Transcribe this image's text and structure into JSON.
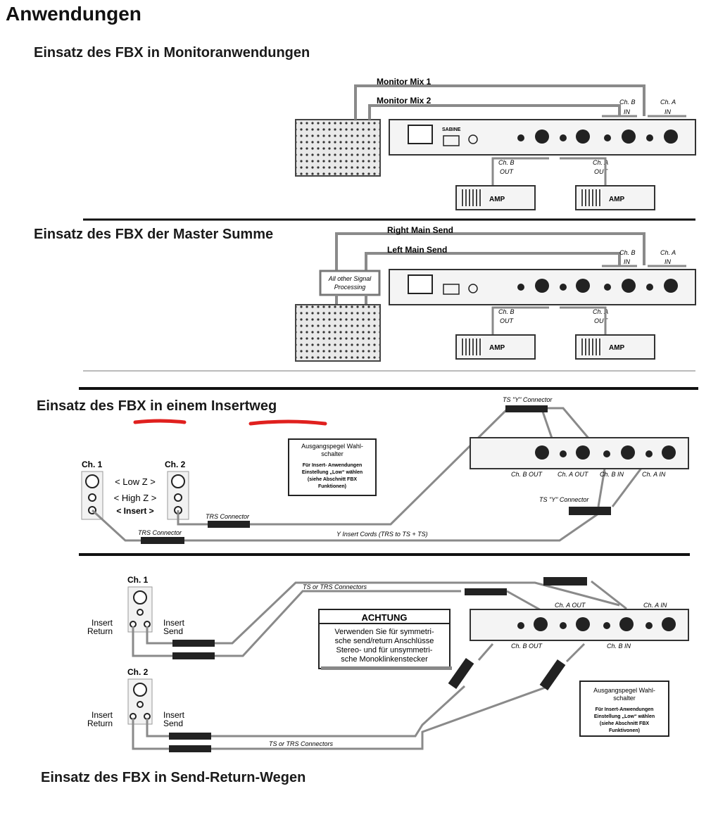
{
  "title": "Anwendungen",
  "section1": {
    "heading": "Einsatz  des FBX in Monitoranwendungen",
    "monitor_mix_1": "Monitor Mix 1",
    "monitor_mix_2": "Monitor Mix 2",
    "ch_b_in": [
      "Ch. B",
      "IN"
    ],
    "ch_a_in": [
      "Ch. A",
      "IN"
    ],
    "ch_b_out": [
      "Ch. B",
      "OUT"
    ],
    "ch_a_out": [
      "Ch. A",
      "OUT"
    ],
    "amp": "AMP",
    "brand": "SABINE"
  },
  "section2": {
    "heading": "Einsatz  des FBX der Master Summe",
    "right_main_send": "Right Main Send",
    "left_main_send": "Left Main Send",
    "other_processing": [
      "All other Signal",
      "Processing"
    ],
    "ch_b_in": [
      "Ch. B",
      "IN"
    ],
    "ch_a_in": [
      "Ch. A",
      "IN"
    ],
    "ch_b_out": [
      "Ch. B",
      "OUT"
    ],
    "ch_a_out": [
      "Ch. A",
      "OUT"
    ],
    "amp": "AMP"
  },
  "section3": {
    "heading": "Einsatz  des FBX in einem Insertweg",
    "ch1": "Ch. 1",
    "ch2": "Ch. 2",
    "low_z": "< Low Z >",
    "high_z": "< High Z >",
    "insert": "< Insert >",
    "trs_connector": "TRS Connector",
    "trs_connector_2": "TRS Connector",
    "y_connector_top": "TS \"Y\" Connector",
    "y_connector_bottom": "TS \"Y\" Connector",
    "y_insert_cords": "Y Insert Cords (TRS to TS + TS)",
    "ausgangspegel_title": [
      "Ausgangspegel Wahl-",
      "schalter"
    ],
    "ausgangspegel_body": [
      "Für Insert- Anwendungen",
      "Einstellung „Low“ wählen",
      "(siehe Abschnitt FBX",
      "Funktionen)"
    ],
    "port_labels": [
      "Ch. B OUT",
      "Ch. A OUT",
      "Ch. B IN",
      "Ch. A IN"
    ]
  },
  "section4": {
    "heading": "Einsatz  des FBX in Send-Return-Wegen",
    "ch1": "Ch. 1",
    "ch2": "Ch. 2",
    "insert_return": [
      "Insert",
      "Return"
    ],
    "insert_send": [
      "Insert",
      "Send"
    ],
    "ts_trs_top": "TS or TRS Connectors",
    "ts_trs_bottom": "TS or TRS Connectors",
    "achtung_title": "ACHTUNG",
    "achtung_body": [
      "Verwenden Sie für symmetri-",
      "sche send/return Anschlüsse",
      "Stereo- und für unsymmetri-",
      "sche Monoklinkenstecker"
    ],
    "ausgangspegel_title": [
      "Ausgangspegel Wahl-",
      "schalter"
    ],
    "ausgangspegel_body": [
      "Für Insert-Anwendungen",
      "Einstellung „Low“ wählen",
      "(siehe Abschnitt FBX",
      "Funktivonen)"
    ],
    "ch_a_out": "Ch. A OUT",
    "ch_a_in": "Ch. A IN",
    "ch_b_out": "Ch. B  OUT",
    "ch_b_in": "Ch. B IN"
  },
  "colors": {
    "cable": "#8a8a8a",
    "underline": "#e0201e",
    "panel": "#f2f2f2",
    "rule": "#111111"
  }
}
